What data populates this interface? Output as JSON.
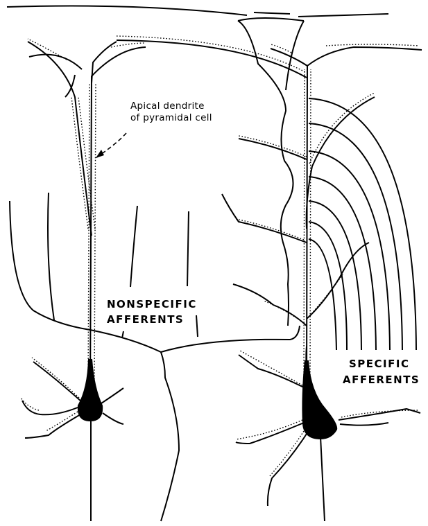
{
  "labels": {
    "apical_line1": "Apical dendrite",
    "apical_line2": "of pyramidal cell",
    "nonspecific_line1": "NONSPECIFIC",
    "nonspecific_line2": "AFFERENTS",
    "specific_line1": "SPECIFIC",
    "specific_line2": "AFFERENTS"
  },
  "colors": {
    "ink": "#000000",
    "background": "#ffffff"
  }
}
